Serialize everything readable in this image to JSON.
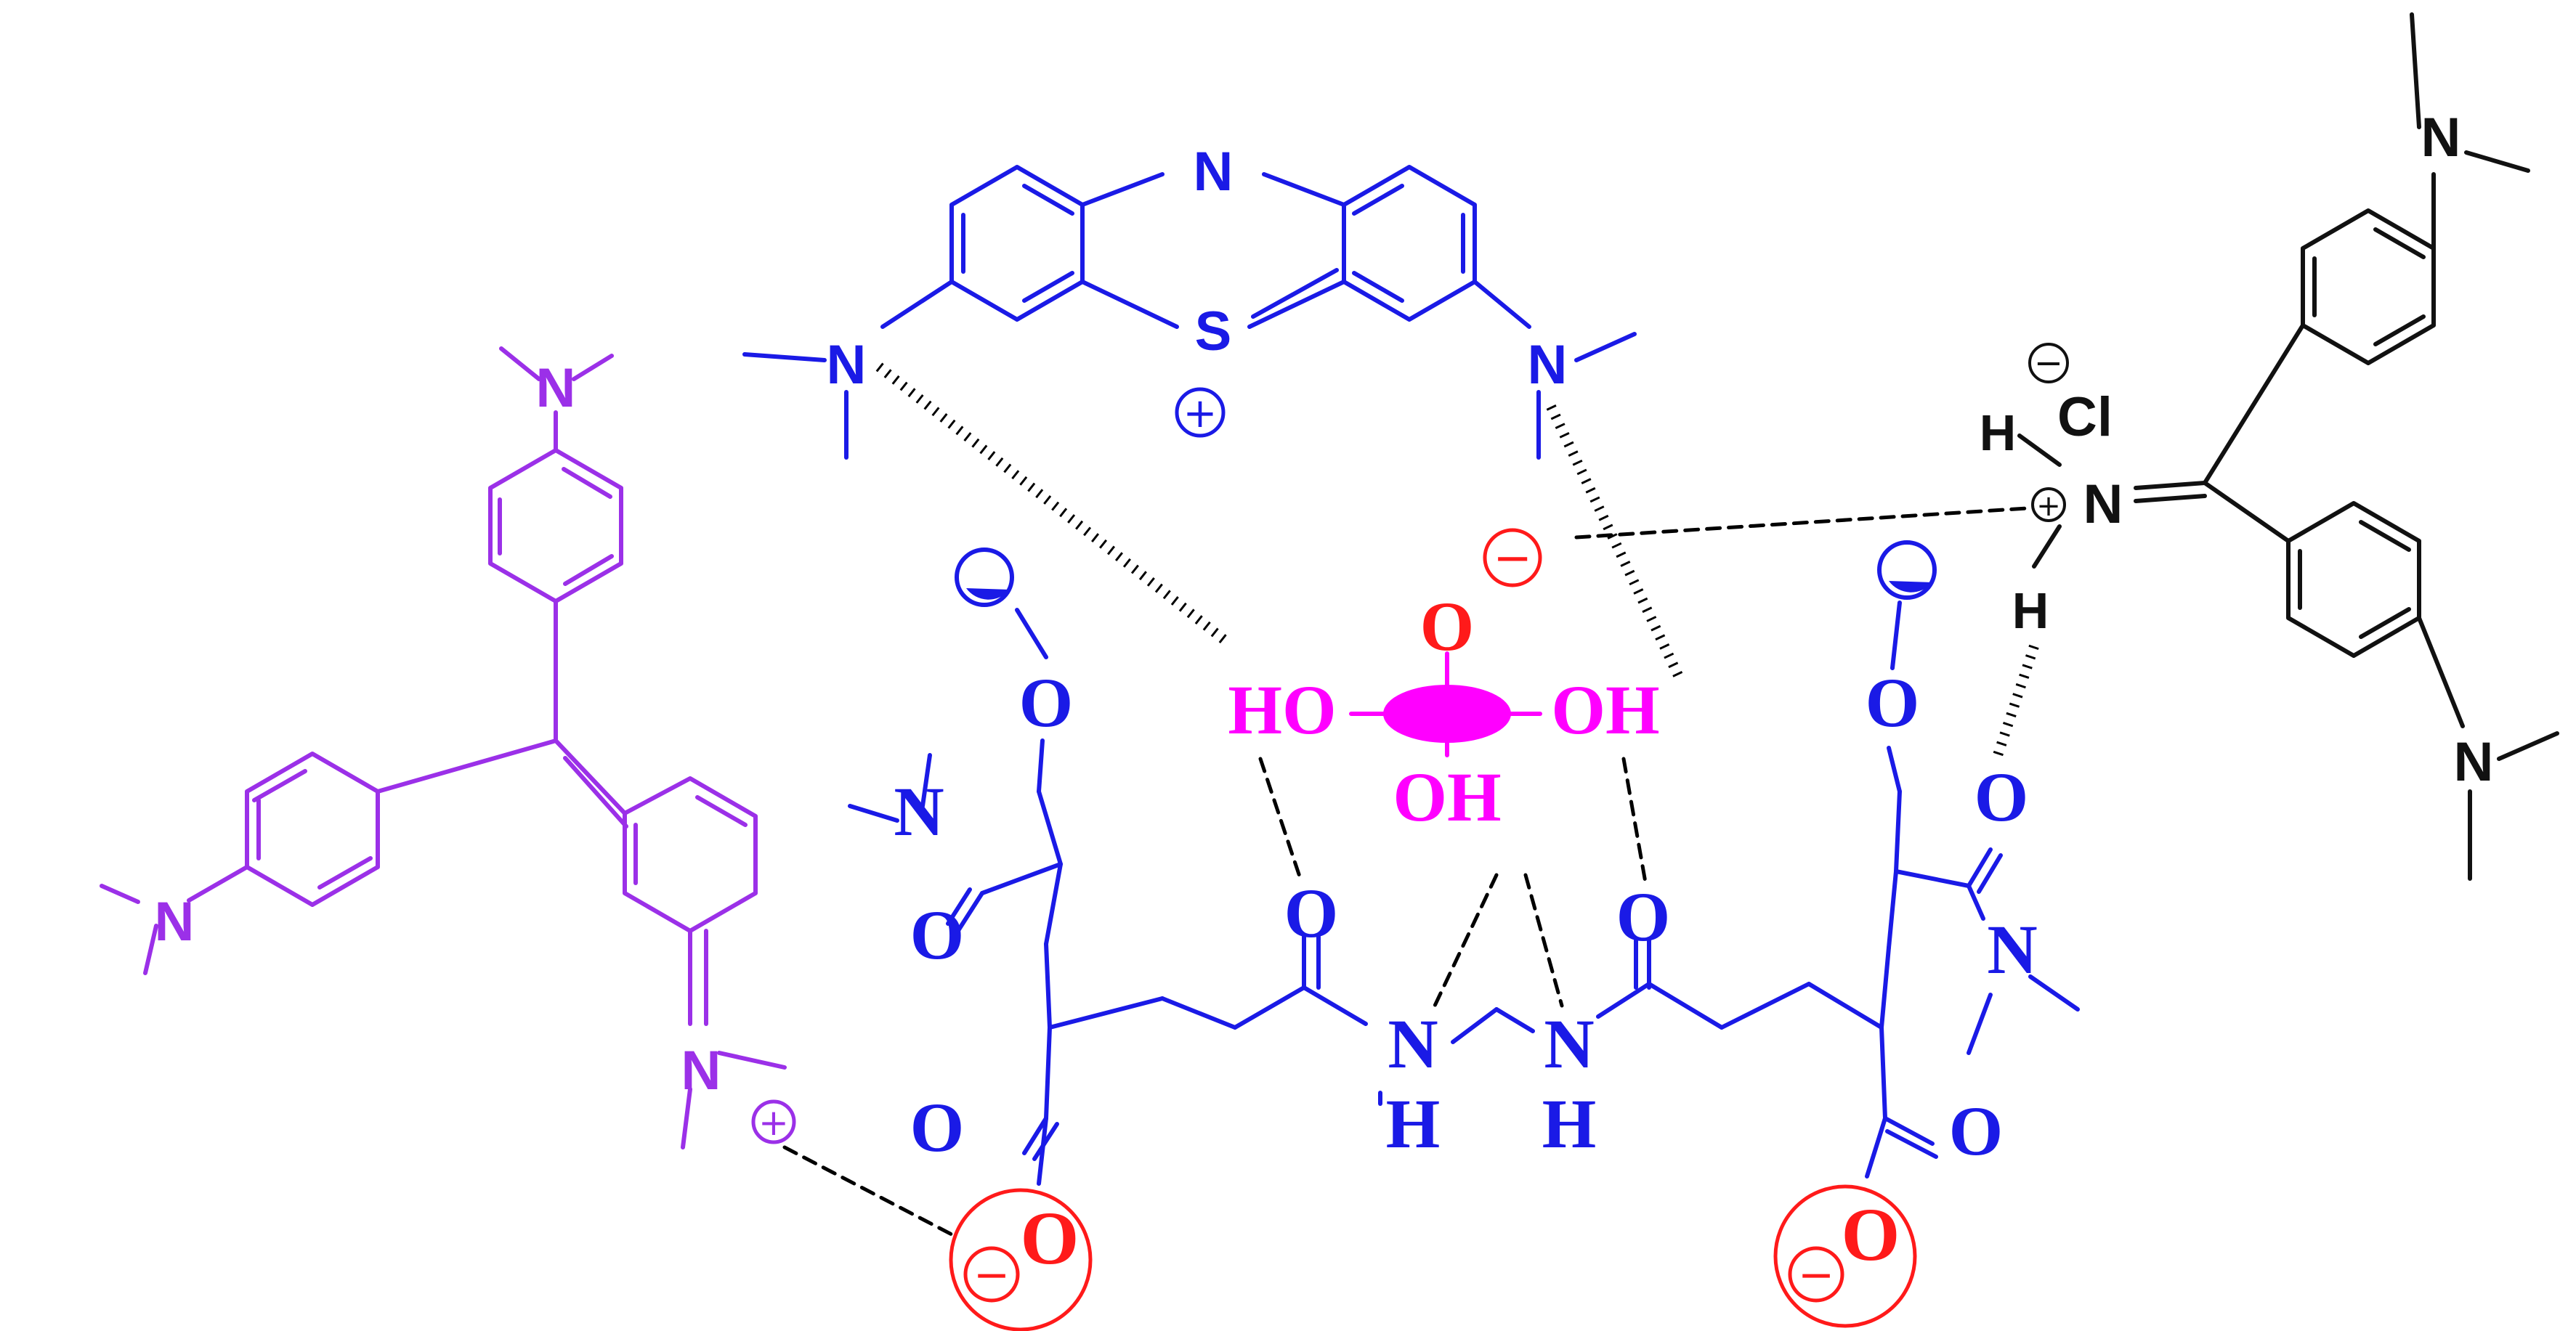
{
  "colors": {
    "crystal_violet": "#9b30e8",
    "methylene_blue": "#1a1ae6",
    "polymer": "#1a1ae6",
    "borate": "#ff00ff",
    "carboxylate": "#ff1a1a",
    "malachite_green": "#111111",
    "hbond": "#000000"
  },
  "labels": {
    "n": "N",
    "s": "S",
    "o": "O",
    "h": "H",
    "cl": "Cl",
    "ho": "HO",
    "oh": "OH",
    "plus": "+",
    "minus": "−"
  },
  "icons": {
    "plus_charge": "circled-plus-icon",
    "minus_charge": "circled-minus-icon",
    "polymer_end": "polymer-end-cap-icon"
  }
}
